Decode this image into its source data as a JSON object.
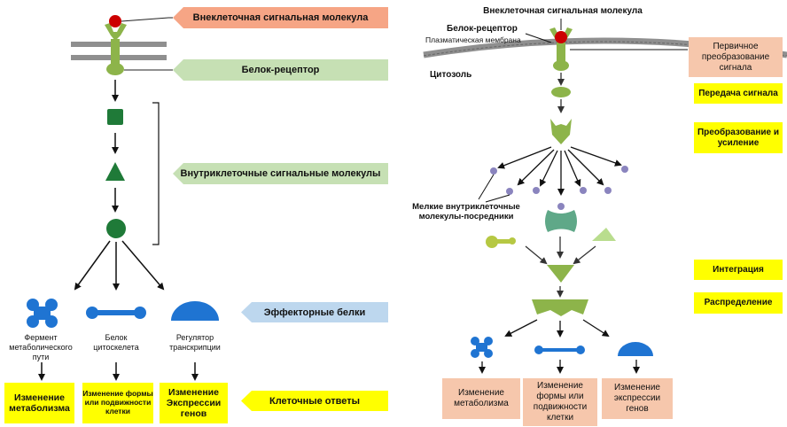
{
  "left": {
    "labels": {
      "extracellular": "Внеклеточная сигнальная молекула",
      "receptor": "Белок-рецептор",
      "intracellular": "Внутриклеточные сигнальные молекулы",
      "effectors": "Эффекторные белки",
      "responses": "Клеточные ответы"
    },
    "effectors": [
      {
        "name": "Фермент метаболического пути",
        "response": "Изменение метаболизма"
      },
      {
        "name": "Белок цитоскелета",
        "response": "Изменение формы или подвижности клетки"
      },
      {
        "name": "Регулятор транскрипции",
        "response": "Изменение Экспрессии генов"
      }
    ]
  },
  "right": {
    "extracellular": "Внеклеточная сигнальная молекула",
    "receptor": "Белок-рецептор",
    "membrane": "Плазматическая мембрана",
    "cytosol": "Цитозоль",
    "mediators": "Мелкие внутриклеточные молекулы-посредники",
    "stages": {
      "primary": "Первичное преобразование сигнала",
      "transfer": "Передача сигнала",
      "amplification": "Преобразование и усиление",
      "integration": "Интеграция",
      "distribution": "Распределение"
    },
    "responses": [
      "Изменение метаболизма",
      "Изменение формы или подвижности клетки",
      "Изменение экспрессии генов"
    ]
  },
  "colors": {
    "orange_arrow": "#f6a585",
    "green_arrow": "#c6e0b4",
    "blue_arrow": "#bdd7ee",
    "yellow_arrow": "#ffff00",
    "receptor_green": "#8db44a",
    "signal_red": "#cc0000",
    "dark_green": "#1f7a38",
    "effector_blue": "#1f74d2",
    "mediator_purple": "#8a84be",
    "teal": "#5fa888",
    "salmon_box": "#f6c7ac"
  }
}
